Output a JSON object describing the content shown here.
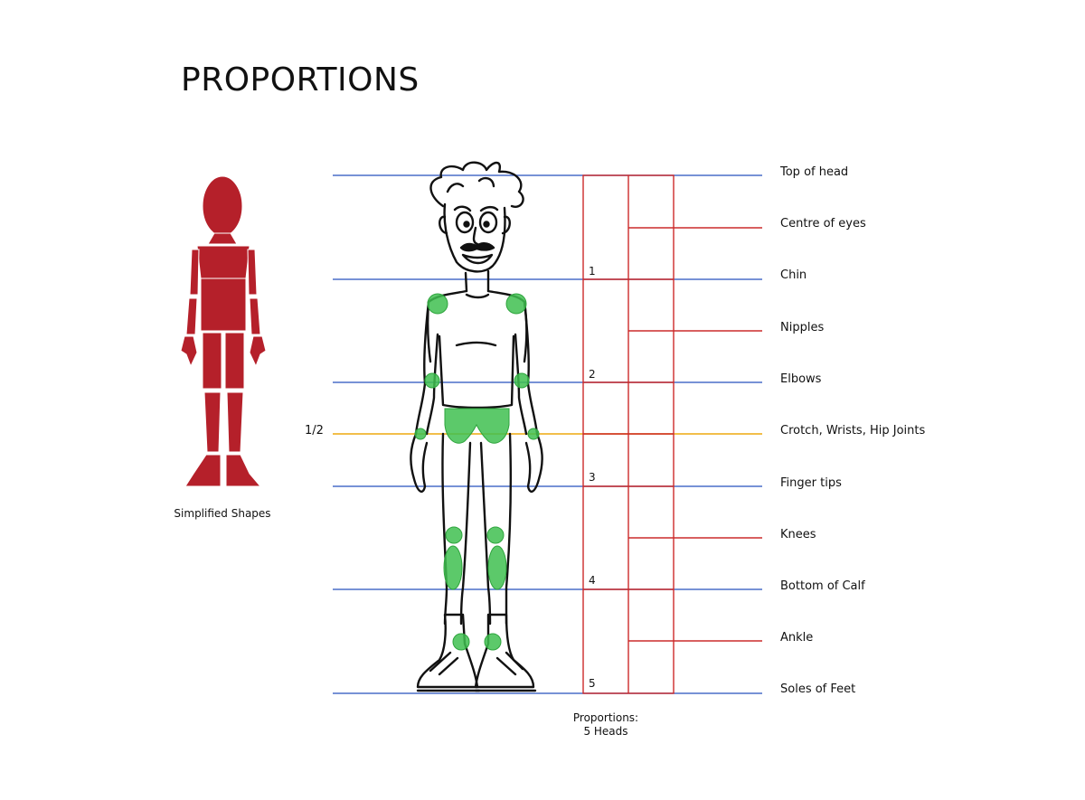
{
  "title": "PROPORTIONS",
  "left_figure_caption": "Simplified Shapes",
  "half_marker": "1/2",
  "head_numbers": [
    "1",
    "2",
    "3",
    "4",
    "5"
  ],
  "landmarks": [
    "Top of head",
    "Centre of eyes",
    "Chin",
    "Nipples",
    "Elbows",
    "Crotch, Wrists, Hip Joints",
    "Finger tips",
    "Knees",
    "Bottom of Calf",
    "Ankle",
    "Soles of Feet"
  ],
  "proportions_caption": {
    "line1": "Proportions:",
    "line2": "5 Heads"
  },
  "colors": {
    "head_line": "#4a6fc9",
    "half_line": "#f0b431",
    "ruler": "#cc2b2b",
    "mannequin": "#b5202a",
    "joint": "#3fbf50",
    "ink": "#111111"
  }
}
